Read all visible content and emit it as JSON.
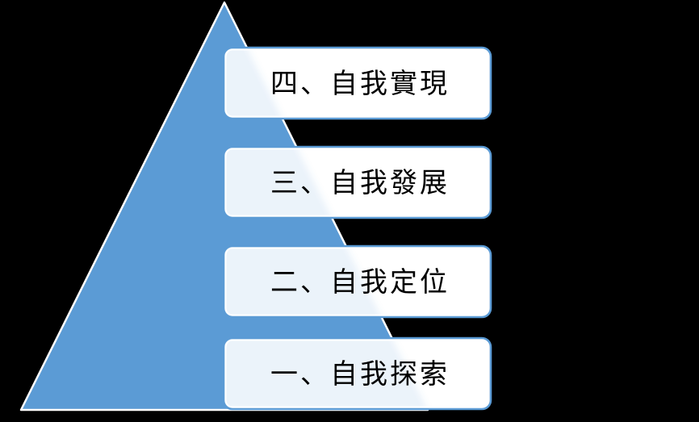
{
  "diagram": {
    "type": "pyramid",
    "background_color": "#000000",
    "triangle": {
      "fill": "#5b9bd5",
      "outline": "#ffffff"
    },
    "box": {
      "fill": "#ffffff",
      "border_color": "#5b9bd5",
      "overlay_tint": "#5b9bd5",
      "text_color": "#000000"
    },
    "levels": [
      {
        "rank": 4,
        "label": "四、自我實現"
      },
      {
        "rank": 3,
        "label": "三、自我發展"
      },
      {
        "rank": 2,
        "label": "二、自我定位"
      },
      {
        "rank": 1,
        "label": "一、自我探索"
      }
    ]
  }
}
